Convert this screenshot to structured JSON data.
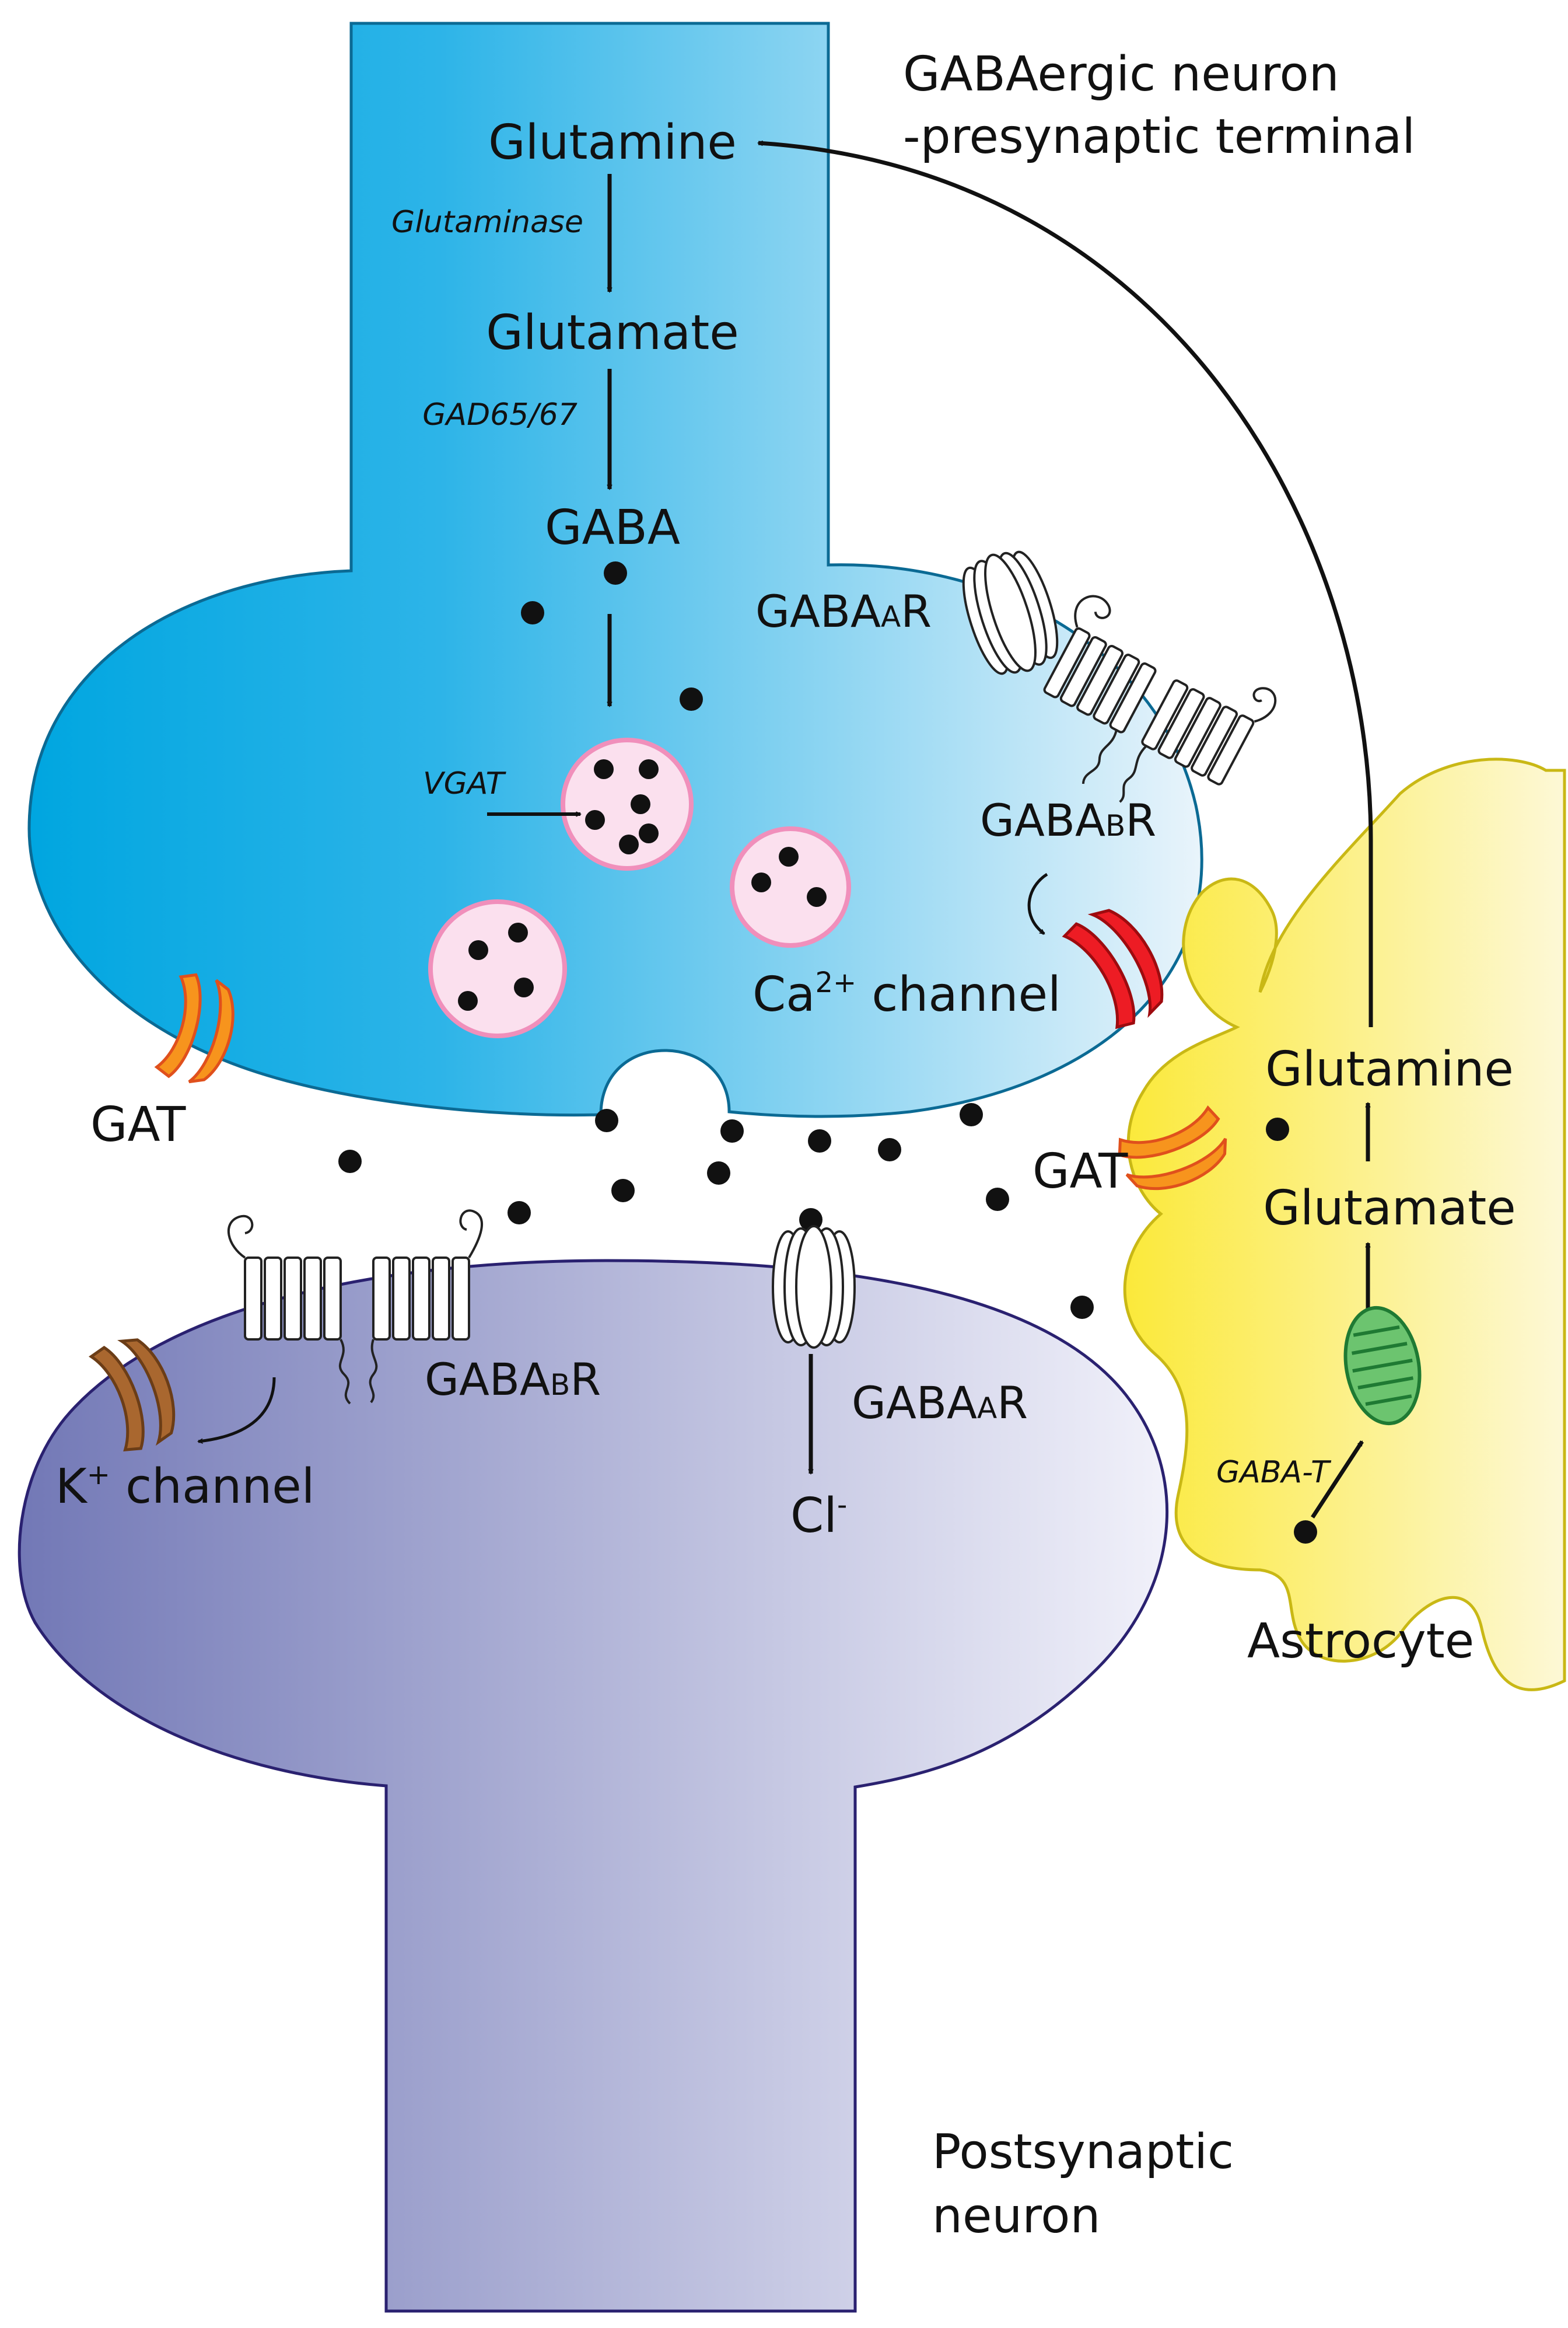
{
  "colors": {
    "presynaptic_dark": "#00a6e0",
    "presynaptic_light": "#e9f4fb",
    "postsynaptic_dark": "#7278b6",
    "postsynaptic_light": "#f1f1fa",
    "astrocyte_dark": "#fbe93a",
    "astrocyte_light": "#fdf8d6",
    "vesicle_fill": "#fbe0ee",
    "vesicle_stroke": "#f08fbb",
    "gat_orange": "#f7941d",
    "ca_channel_red": "#ed1c24",
    "k_channel_brown": "#a9672f",
    "mitochondrion_green": "#2e9e47"
  },
  "labels": {
    "presynaptic_title_line1": "GABAergic neuron",
    "presynaptic_title_line2": "-presynaptic terminal",
    "glutamine_pre": "Glutamine",
    "glutaminase": "Glutaminase",
    "glutamate_pre": "Glutamate",
    "gad": "GAD65/67",
    "gaba": "GABA",
    "vgat": "VGAT",
    "gabaar_pre_main": "GABA",
    "gabaar_pre_sub": "A",
    "gabaar_pre_tail": "R",
    "gababr_pre_main": "GABA",
    "gababr_pre_sub": "B",
    "gababr_pre_tail": "R",
    "ca_channel_main": "Ca",
    "ca_channel_sup": "2+",
    "ca_channel_tail": " channel",
    "gat_left": "GAT",
    "gat_astro": "GAT",
    "glutamine_astro": "Glutamine",
    "glutamate_astro": "Glutamate",
    "gaba_t": "GABA-T",
    "astrocyte": "Astrocyte",
    "gababr_post_main": "GABA",
    "gababr_post_sub": "B",
    "gababr_post_tail": "R",
    "k_channel_main": "K",
    "k_channel_sup": "+",
    "k_channel_tail": " channel",
    "gabaar_post_main": "GABA",
    "gabaar_post_sub": "A",
    "gabaar_post_tail": "R",
    "cl_main": "Cl",
    "cl_sup": "-",
    "post_title_line1": "Postsynaptic",
    "post_title_line2": "neuron"
  },
  "icons": [
    "gaba-molecule-icon",
    "vesicle-icon",
    "gaba-a-receptor-icon",
    "gaba-b-receptor-icon",
    "gat-transporter-icon",
    "calcium-channel-icon",
    "potassium-channel-icon",
    "mitochondrion-icon"
  ]
}
